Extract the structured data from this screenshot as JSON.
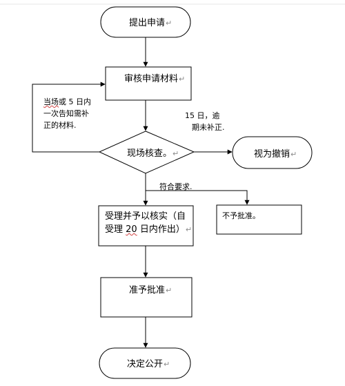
{
  "nodes": {
    "apply": "提出申请",
    "review": "审核申请材料",
    "inspect": "现场核查",
    "revoke": "视为撤销",
    "accept_line1": "受理并予以核实（自",
    "accept_line2_a": "受理 ",
    "accept_line2_squig": "20",
    "accept_line2_b": " 日内作出）",
    "approve": "准予批准",
    "decide": "决定公开",
    "reject": "不予批准"
  },
  "notes": {
    "supplement_line1_squig": "当场",
    "supplement_line1_b": "或 5 日内",
    "supplement_line2": "一次告知需补",
    "supplement_line3": "正的材料",
    "overdue_line1": "15 日，逾",
    "overdue_line2": "期未补正",
    "meets": "符合要求"
  },
  "marks": {
    "paragraph": "↵",
    "period": "。",
    "period_small": "."
  }
}
